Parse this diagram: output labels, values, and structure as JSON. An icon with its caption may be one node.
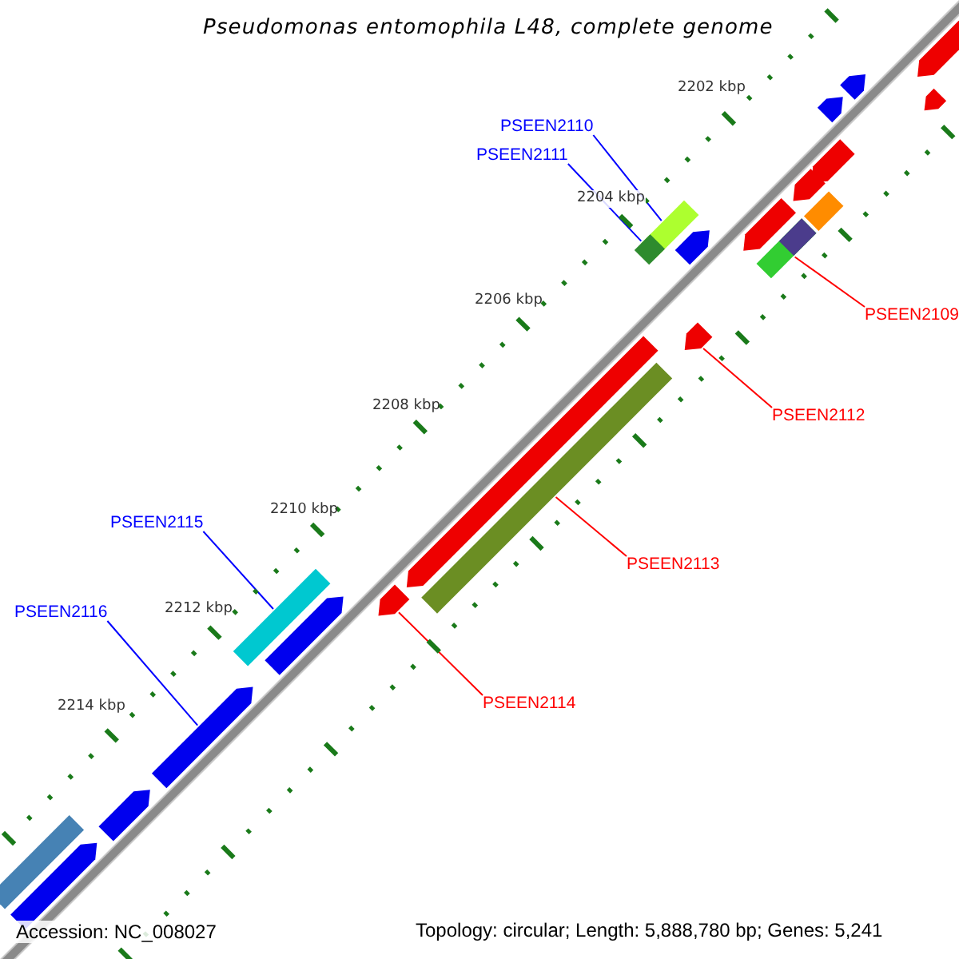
{
  "diagram": {
    "title": "Pseudomonas entomophila L48, complete genome",
    "nodes": [
      {
        "text": [
          "PSEEN2110"
        ]
      },
      {
        "text": [],
        "shape": "bar"
      },
      {
        "text": [
          "PSEEN2111"
        ]
      },
      {
        "text": [],
        "shape": "bar"
      },
      {
        "text": [
          "PSEEN2109"
        ]
      },
      {
        "text": [],
        "shape": "bar"
      },
      {
        "text": [
          "PSEEN2112"
        ]
      },
      {
        "text": [],
        "shape": "pentagon"
      },
      {
        "text": [
          "PSEEN2113"
        ]
      },
      {
        "text": [],
        "shape": "bar"
      },
      {
        "text": [
          "PSEEN2114"
        ]
      },
      {
        "text": [],
        "shape": "pentagon"
      },
      {
        "text": [
          "PSEEN2115"
        ]
      },
      {
        "text": [],
        "shape": "bar"
      },
      {
        "text": [
          "PSEEN2116"
        ]
      },
      {
        "text": [],
        "shape": "pentagon"
      },
      {
        "text": [],
        "shape": "pentagon"
      },
      {
        "text": [],
        "shape": "pentagon"
      },
      {
        "text": [],
        "shape": "pentagon"
      },
      {
        "text": [],
        "shape": "pentagon"
      },
      {
        "text": [],
        "shape": "pentagon"
      },
      {
        "text": [],
        "shape": "pentagon"
      },
      {
        "text": [],
        "shape": "bar"
      },
      {
        "text": [],
        "shape": "pentagon"
      },
      {
        "text": [],
        "shape": "pentagon"
      },
      {
        "text": [],
        "shape": "pentagon"
      },
      {
        "text": [],
        "shape": "pentagon"
      },
      {
        "text": [],
        "shape": "pentagon"
      },
      {
        "text": [],
        "shape": "pentagon"
      },
      {
        "text": [],
        "shape": "bar"
      }
    ],
    "edges": [
      {
        "from": 0,
        "to": 1,
        "arrow": "none",
        "color": "#0000ff"
      },
      {
        "from": 2,
        "to": 3,
        "arrow": "none",
        "color": "#0000ff"
      },
      {
        "from": 4,
        "to": 5,
        "arrow": "none",
        "color": "#ff0000"
      },
      {
        "from": 6,
        "to": 7,
        "arrow": "none",
        "color": "#ff0000"
      },
      {
        "from": 8,
        "to": 9,
        "arrow": "none",
        "color": "#ff0000"
      },
      {
        "from": 10,
        "to": 11,
        "arrow": "none",
        "color": "#ff0000"
      },
      {
        "from": 12,
        "to": 13,
        "arrow": "none",
        "color": "#0000ff"
      },
      {
        "from": 14,
        "to": 15,
        "arrow": "none",
        "color": "#0000ff"
      }
    ],
    "labels": [
      "2202 kbp",
      "2204 kbp",
      "2206 kbp",
      "2208 kbp",
      "2210 kbp",
      "2212 kbp",
      "2214 kbp",
      "Accession: NC_008027",
      "Topology: circular; Length: 5,888,780 bp; Genes: 5,241"
    ]
  }
}
